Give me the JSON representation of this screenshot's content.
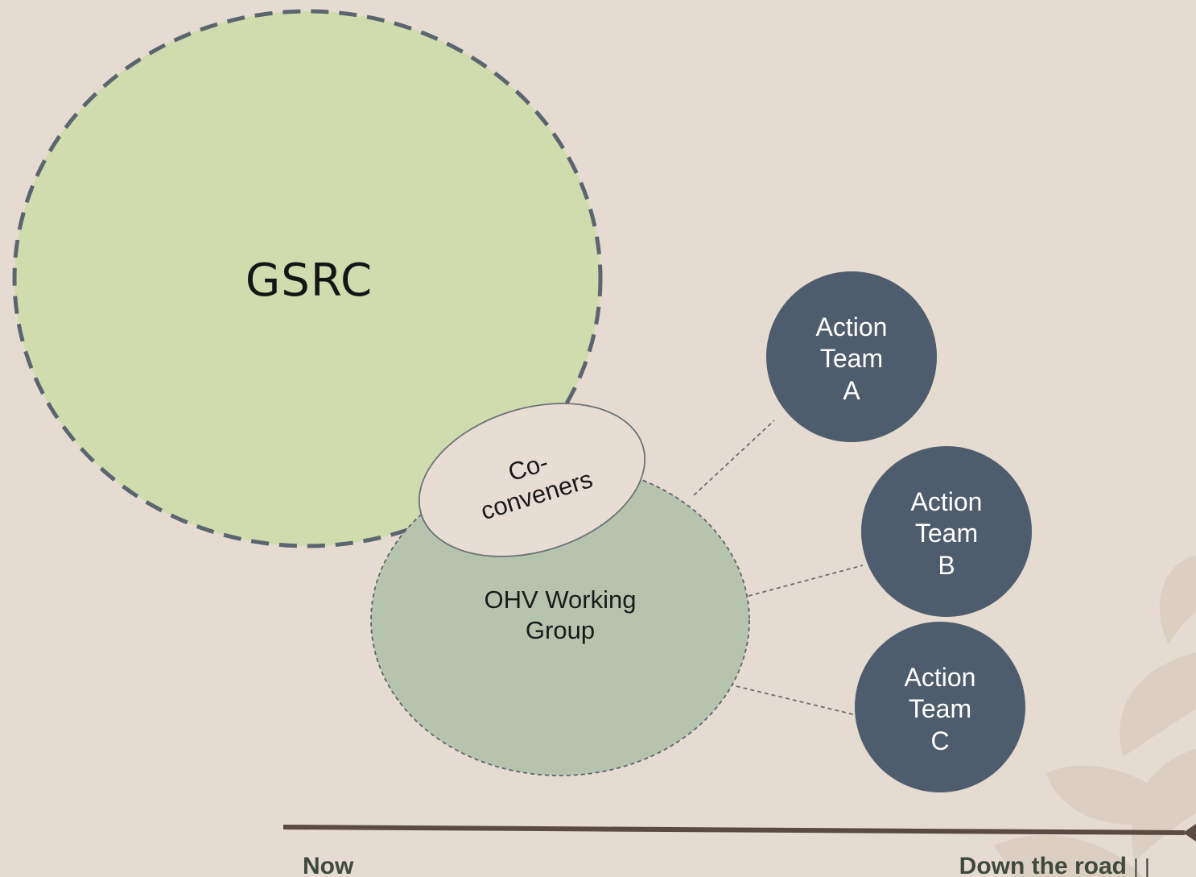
{
  "nodes": {
    "gsrc": {
      "label": "GSRC"
    },
    "coconveners": {
      "line1": "Co-",
      "line2": "conveners"
    },
    "ohv": {
      "line1": "OHV Working",
      "line2": "Group"
    },
    "team_a": {
      "line1": "Action",
      "line2": "Team",
      "line3": "A"
    },
    "team_b": {
      "line1": "Action",
      "line2": "Team",
      "line3": "B"
    },
    "team_c": {
      "line1": "Action",
      "line2": "Team",
      "line3": "C"
    }
  },
  "timeline": {
    "start_label": "Now",
    "end_label": "Down the road",
    "end_marks": "| |"
  },
  "colors": {
    "background": "#e6dbd0",
    "gsrc_fill": "#d0dbae",
    "ohv_fill": "#b6c4ad",
    "coconveners_fill": "#e8ddd2",
    "team_fill": "#4e5d6d",
    "arrow": "#5a4a42",
    "axis_text": "#3f4a3d",
    "dashed_outline": "#5b6570"
  }
}
